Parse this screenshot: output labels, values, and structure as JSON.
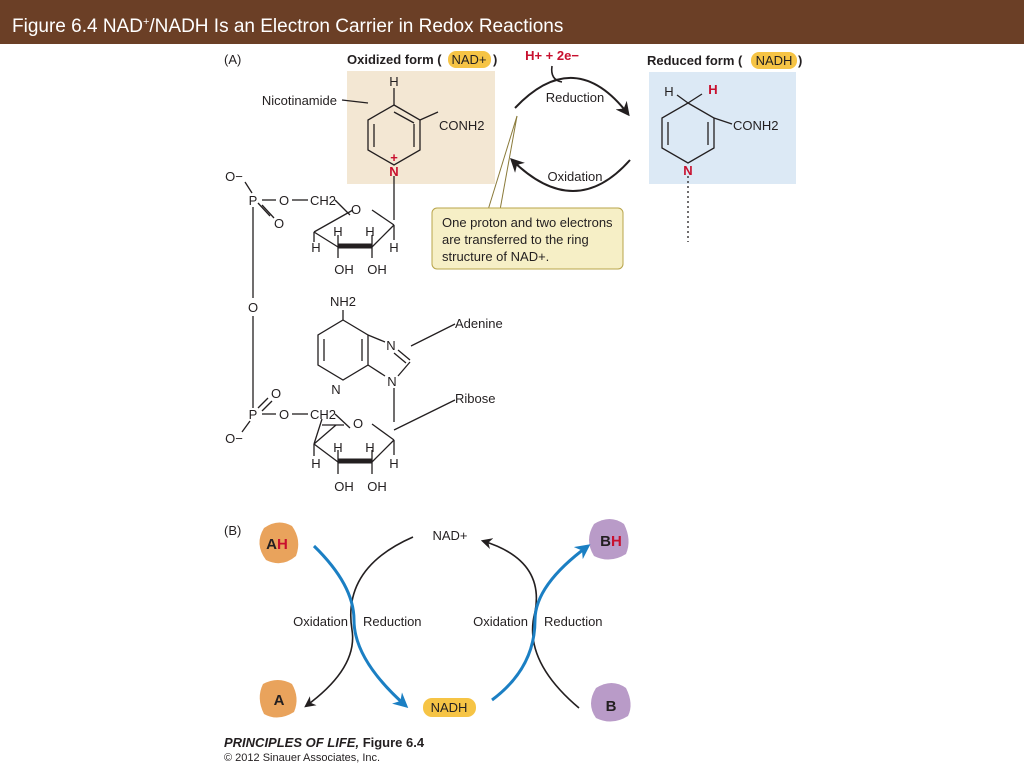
{
  "title": {
    "prefix": "Figure 6.4  NAD",
    "sup": "+",
    "rest": "/NADH Is an Electron Carrier in Redox Reactions"
  },
  "panel_a": {
    "label": "(A)",
    "oxidized_prefix": "Oxidized form (",
    "oxidized_badge": "NAD+",
    "oxidized_suffix": ")",
    "reduced_prefix": "Reduced form (",
    "reduced_badge": "NADH",
    "reduced_suffix": ")",
    "proton_electrons": "H+ + 2e−",
    "reduction": "Reduction",
    "oxidation": "Oxidation",
    "callout_lines": [
      "One proton and two electrons",
      "are transferred to the ring",
      "structure of NAD+."
    ],
    "nicotinamide": "Nicotinamide",
    "adenine": "Adenine",
    "ribose": "Ribose",
    "atoms": {
      "H": "H",
      "N": "N",
      "O": "O",
      "P": "P",
      "plus": "+",
      "conh2": "CONH2",
      "ch2": "CH2",
      "oh": "OH",
      "o_minus": "O−",
      "nh2": "NH2"
    }
  },
  "panel_b": {
    "label": "(B)",
    "ah": "AH",
    "a": "A",
    "bh": "BH",
    "b": "B",
    "nad": "NAD+",
    "nadh": "NADH",
    "oxidation": "Oxidation",
    "reduction": "Reduction"
  },
  "credit": {
    "book": "PRINCIPLES OF LIFE,",
    "figure": " Figure 6.4",
    "copyright": "© 2012 Sinauer Associates, Inc."
  },
  "colors": {
    "title_bar": "#6b3f26",
    "oxidized_bg": "#f3e7d3",
    "reduced_bg": "#dce9f5",
    "badge": "#f6c445",
    "callout_bg": "#f6efc6",
    "callout_border": "#b8a44a",
    "red": "#c8102e",
    "blue_arrow": "#1b7fc3",
    "orange_blob": "#e9a35c",
    "purple_blob": "#b99bc8"
  }
}
